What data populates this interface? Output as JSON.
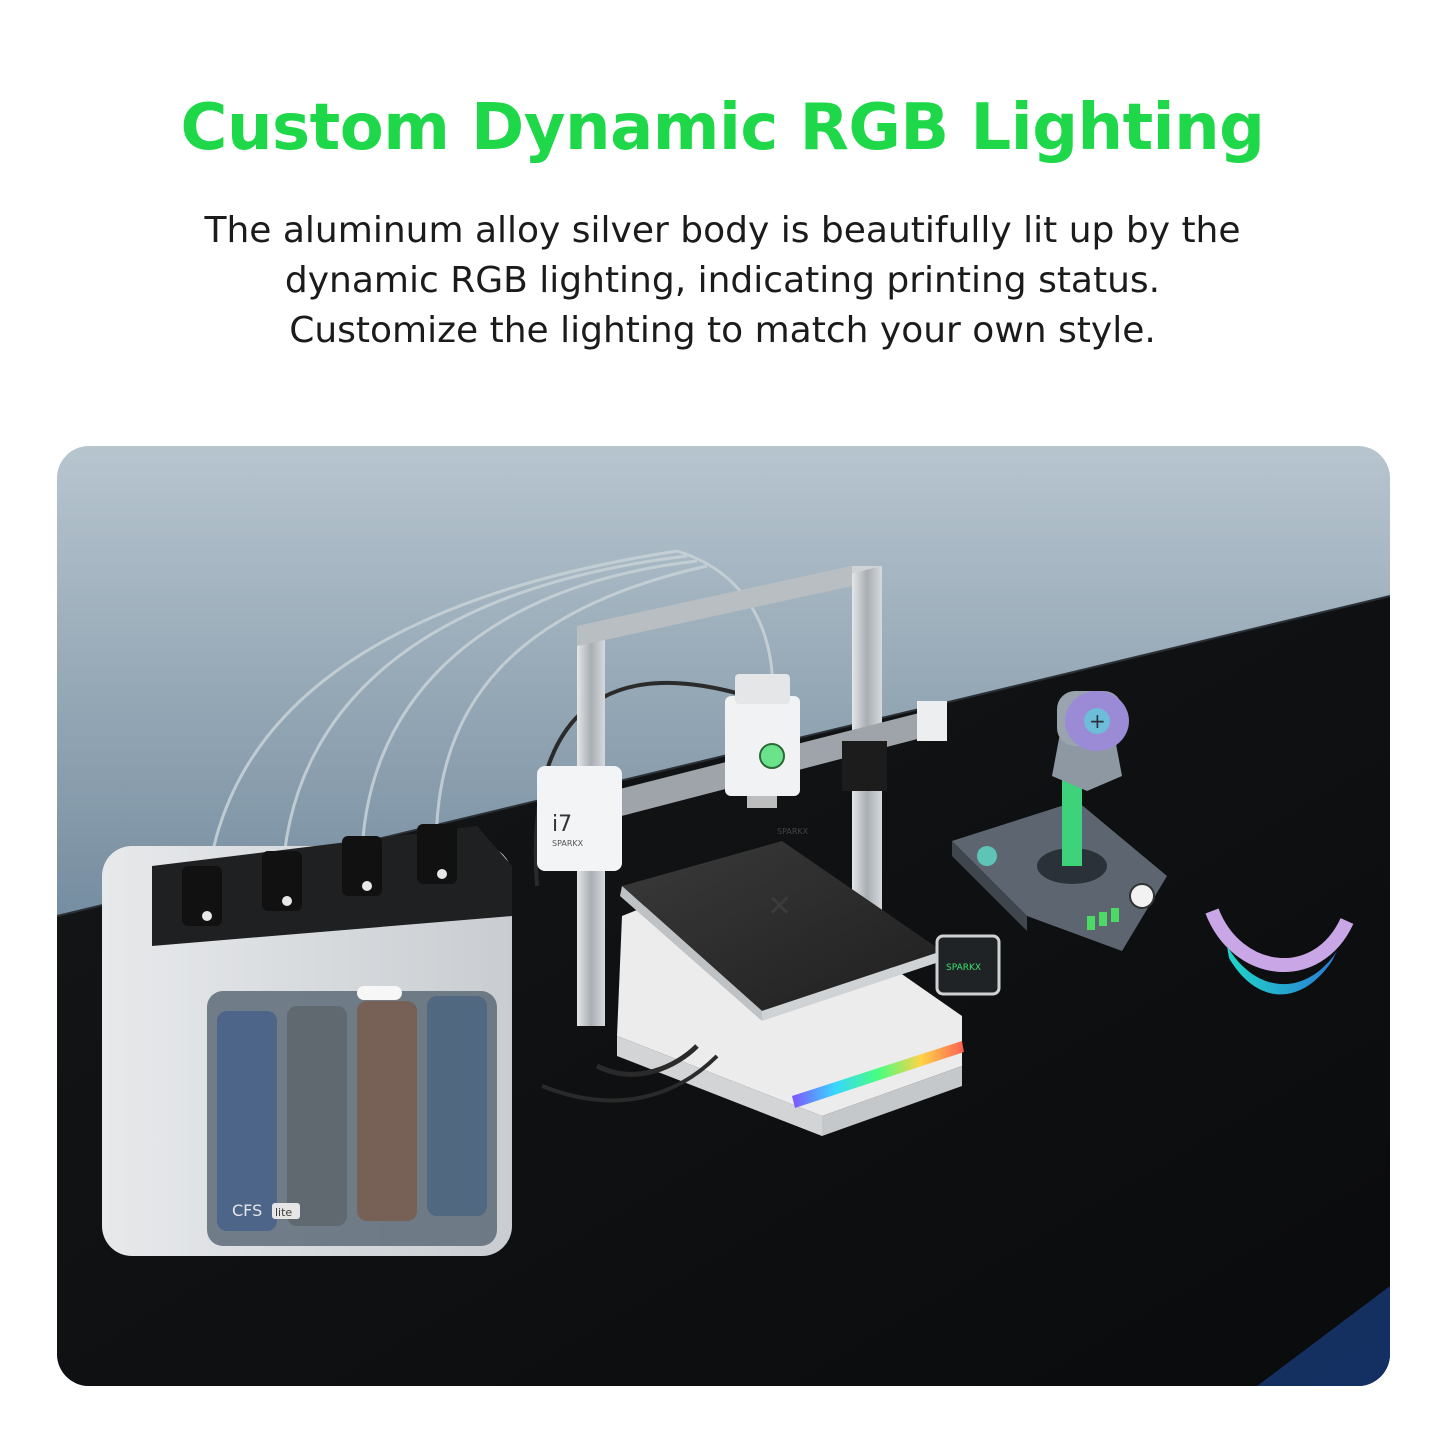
{
  "headline": "Custom Dynamic RGB Lighting",
  "description": {
    "lines": [
      "The aluminum alloy silver body is beautifully lit up by the",
      "dynamic RGB lighting, indicating printing status.",
      "Customize the lighting to match your own style."
    ]
  },
  "product_markings": {
    "printhead_model": "i7",
    "printhead_brand": "SPARKX",
    "gantry_brand": "SPARKX",
    "screen_brand": "SPARKX",
    "filament_box_label": "CFS",
    "filament_box_badge": "lite"
  },
  "colors": {
    "headline_green": "#1ed84a",
    "body_text": "#1b1b1b",
    "accent_glow": "#4cd964"
  }
}
